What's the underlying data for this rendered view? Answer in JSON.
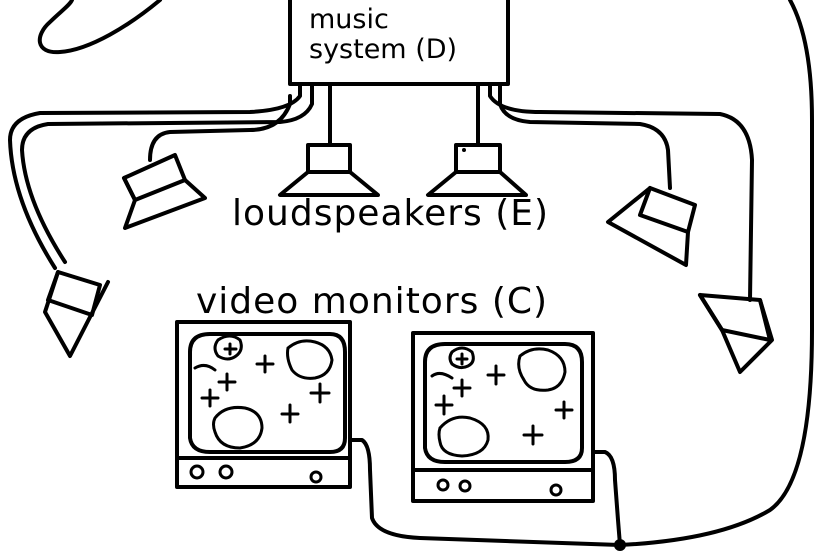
{
  "labels": {
    "music_system_line1": "music",
    "music_system_line2": "system (D)",
    "loudspeakers": "loudspeakers (E)",
    "video_monitors": "video monitors (C)"
  },
  "colors": {
    "ink": "#000000",
    "paper": "#ffffff"
  }
}
